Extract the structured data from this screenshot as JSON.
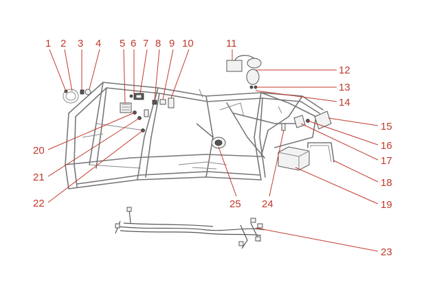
{
  "colors": {
    "callout": "#c0392b",
    "frame": "#777777",
    "background": "#ffffff"
  },
  "callouts": [
    {
      "id": "1",
      "label": "1"
    },
    {
      "id": "2",
      "label": "2"
    },
    {
      "id": "3",
      "label": "3"
    },
    {
      "id": "4",
      "label": "4"
    },
    {
      "id": "5",
      "label": "5"
    },
    {
      "id": "6",
      "label": "6"
    },
    {
      "id": "7",
      "label": "7"
    },
    {
      "id": "8",
      "label": "8"
    },
    {
      "id": "9",
      "label": "9"
    },
    {
      "id": "10",
      "label": "10"
    },
    {
      "id": "11",
      "label": "11"
    },
    {
      "id": "12",
      "label": "12"
    },
    {
      "id": "13",
      "label": "13"
    },
    {
      "id": "14",
      "label": "14"
    },
    {
      "id": "15",
      "label": "15"
    },
    {
      "id": "16",
      "label": "16"
    },
    {
      "id": "17",
      "label": "17"
    },
    {
      "id": "18",
      "label": "18"
    },
    {
      "id": "19",
      "label": "19"
    },
    {
      "id": "20",
      "label": "20"
    },
    {
      "id": "21",
      "label": "21"
    },
    {
      "id": "22",
      "label": "22"
    },
    {
      "id": "23",
      "label": "23"
    },
    {
      "id": "24",
      "label": "24"
    },
    {
      "id": "25",
      "label": "25"
    }
  ]
}
